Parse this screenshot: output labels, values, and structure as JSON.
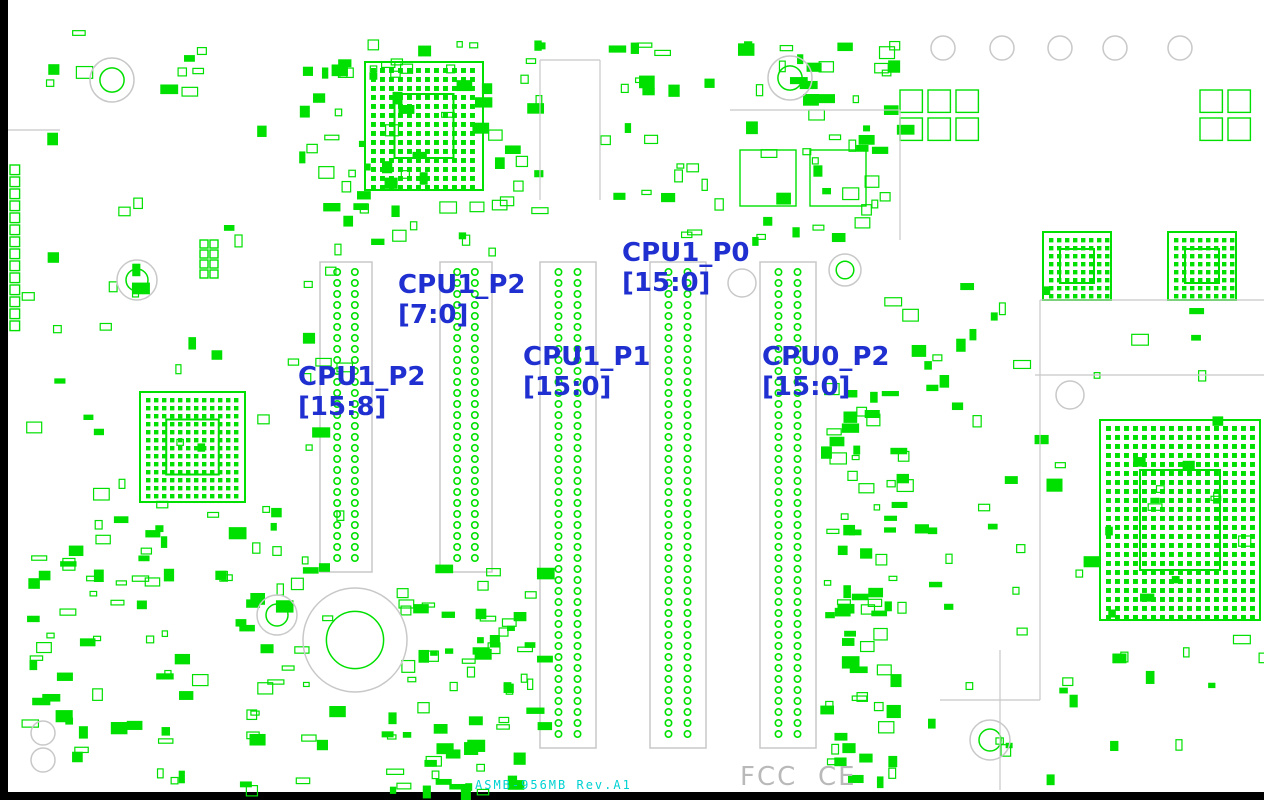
{
  "board": {
    "model": "ASMB-956MB Rev.A1",
    "certifications": [
      "FCC",
      "CE"
    ]
  },
  "slots": [
    {
      "id": "cpu1-p2-upper",
      "bus": "CPU1_P2",
      "lanes": "[7:0]"
    },
    {
      "id": "cpu1-p0",
      "bus": "CPU1_P0",
      "lanes": "[15:0]"
    },
    {
      "id": "cpu1-p2-lower",
      "bus": "CPU1_P2",
      "lanes": "[15:8]"
    },
    {
      "id": "cpu1-p1",
      "bus": "CPU1_P1",
      "lanes": "[15:0]"
    },
    {
      "id": "cpu0-p2",
      "bus": "CPU0_P2",
      "lanes": "[15:0]"
    }
  ],
  "colors": {
    "silkscreen": "#00e000",
    "annotation": "#1f2fd0",
    "reference": "#00d2d2",
    "background": "#ffffff",
    "frame": "#000000"
  }
}
